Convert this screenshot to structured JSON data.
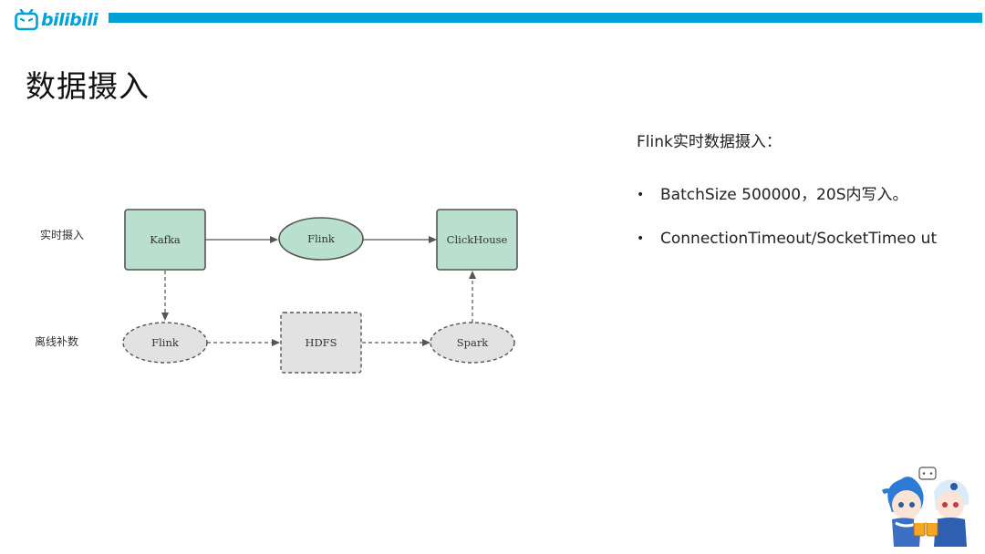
{
  "header": {
    "logo_text": "bilibili",
    "accent_color": "#00A1D6"
  },
  "page": {
    "title": "数据摄入"
  },
  "diagram": {
    "rows": [
      {
        "label": "实时摄入"
      },
      {
        "label": "离线补数"
      }
    ],
    "nodes": {
      "kafka": "Kafka",
      "flink_realtime": "Flink",
      "clickhouse": "ClickHouse",
      "flink_offline": "Flink",
      "hdfs": "HDFS",
      "spark": "Spark"
    },
    "colors": {
      "realtime_fill": "#B9E0CF",
      "offline_fill": "#E2E2E2",
      "stroke": "#555555"
    }
  },
  "notes": {
    "intro": "Flink实时数据摄入：",
    "bullets": [
      "BatchSize 500000，20S内写入。",
      "ConnectionTimeout/SocketTimeo ut"
    ]
  },
  "decor": {
    "mascot_icon": "bilibili-mascots-icon"
  }
}
